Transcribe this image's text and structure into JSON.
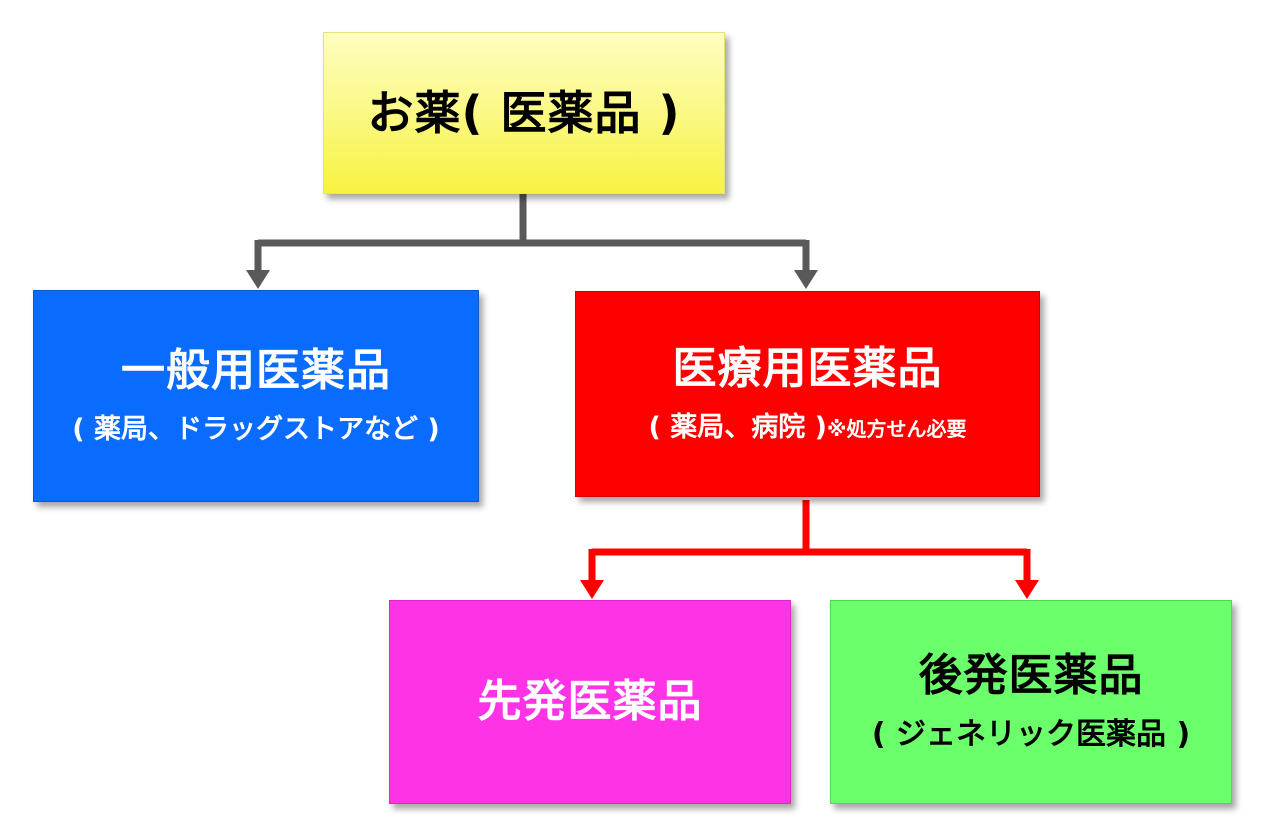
{
  "diagram": {
    "root": {
      "title": "お薬( 医薬品 )"
    },
    "otc": {
      "title": "一般用医薬品",
      "subtitle": "( 薬局、ドラッグストアなど )"
    },
    "prescription": {
      "title": "医療用医薬品",
      "subtitle": "( 薬局、病院 )",
      "note": "※処方せん必要"
    },
    "brand": {
      "title": "先発医薬品"
    },
    "generic": {
      "title": "後発医薬品",
      "subtitle": "( ジェネリック医薬品 )"
    }
  },
  "colors": {
    "root_fill": "#fbf98a",
    "otc_fill": "#0a6cff",
    "prescription_fill": "#ff0000",
    "brand_fill": "#ff33e6",
    "generic_fill": "#6cff6c",
    "connector_gray": "#595959",
    "connector_red": "#ff0000"
  }
}
